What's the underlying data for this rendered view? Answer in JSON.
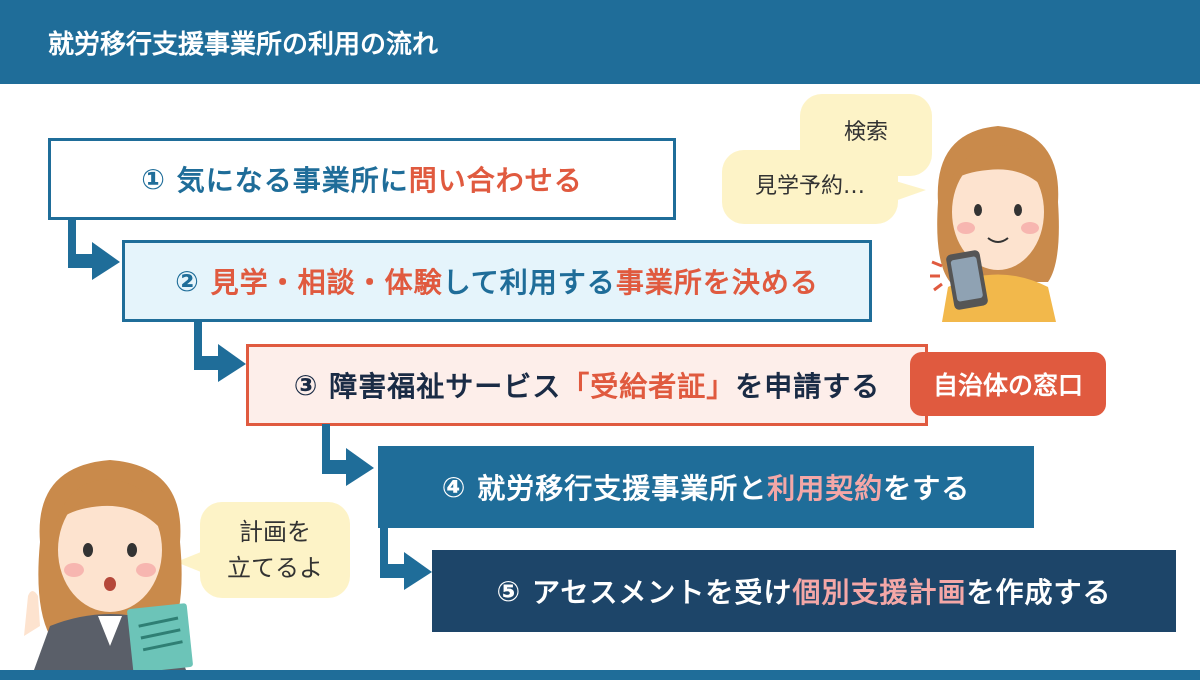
{
  "header": {
    "title": "就労移行支援事業所の利用の流れ"
  },
  "steps": [
    {
      "num": "①",
      "text1": "気になる事業所に",
      "text2": "問い合わせる"
    },
    {
      "num": "②",
      "text1": "見学・相談・体験",
      "text2": "して利用する",
      "text3": "事業所を決める"
    },
    {
      "num": "③",
      "text1": "障害福祉サービス",
      "text2": "「受給者証」",
      "text3": "を申請する"
    },
    {
      "num": "④",
      "text1": "就労移行支援事業所と",
      "text2": "利用契約",
      "text3": "をする"
    },
    {
      "num": "⑤",
      "text1": "アセスメントを受け",
      "text2": "個別支援計画",
      "text3": "を作成する"
    }
  ],
  "badge": "自治体の窓口",
  "bubbles": {
    "search": "検索",
    "visit": "見学予約…",
    "plan_line1": "計画を",
    "plan_line2": "立てるよ"
  },
  "colors": {
    "blue": "#1f6d99",
    "navy": "#1d4569",
    "red": "#e05a3f",
    "pink": "#f4a7a7"
  }
}
